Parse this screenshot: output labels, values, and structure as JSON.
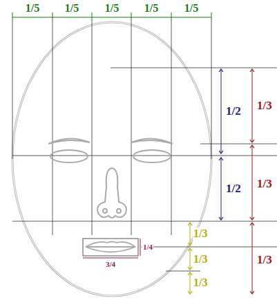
{
  "diagram": {
    "labels": [
      "1/5",
      "1/5",
      "1/5",
      "1/5",
      "1/5",
      "1/2",
      "1/2",
      "1/3",
      "1/3",
      "1/3",
      "1/3",
      "1/3",
      "1/3",
      "1/4",
      "3/4"
    ]
  }
}
